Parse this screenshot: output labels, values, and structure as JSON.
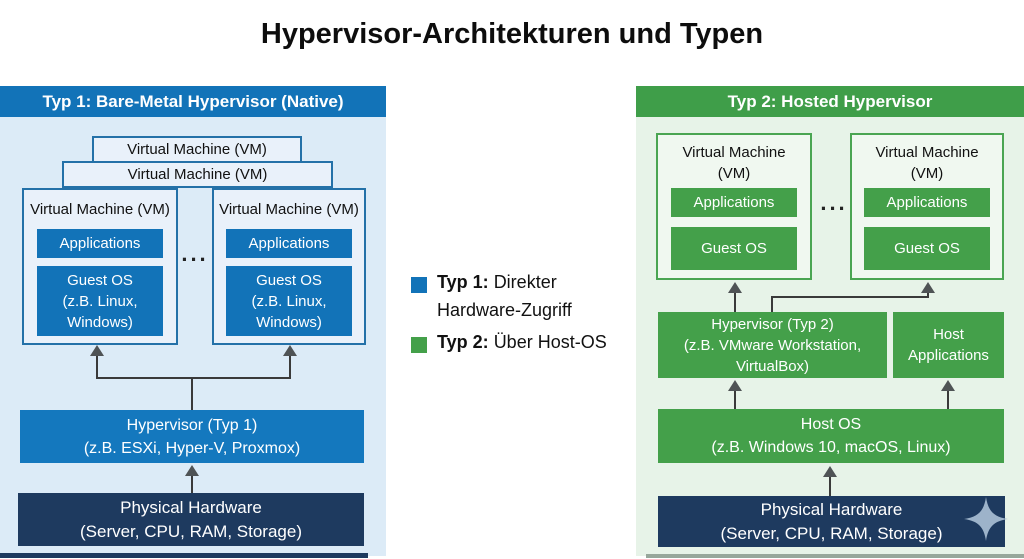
{
  "title": "Hypervisor-Architekturen und Typen",
  "colors": {
    "type1_accent": "#1273b8",
    "type1_hypervisor": "#1478be",
    "type2_accent": "#44a04a",
    "type2_header": "#3f9e49",
    "hardware_navy": "#1e3a5f",
    "panel_left_bg": "#dcebf7",
    "panel_right_bg": "#e7f3e8"
  },
  "legend": {
    "items": [
      {
        "swatch": "#1273b8",
        "bold": "Typ 1:",
        "line1_rest": "Direkter",
        "line2": "Hardware-Zugriff"
      },
      {
        "swatch": "#44a04a",
        "bold": "Typ 2:",
        "line1_rest": "Über Host-OS",
        "line2": ""
      }
    ]
  },
  "type1": {
    "header": "Typ 1: Bare-Metal Hypervisor (Native)",
    "stacked_vms": [
      "Virtual Machine (VM)",
      "Virtual Machine (VM)"
    ],
    "ellipsis": "...",
    "vms": [
      {
        "title": "Virtual Machine (VM)",
        "applications": "Applications",
        "guest_os_lines": [
          "Guest OS",
          "(z.B. Linux,",
          "Windows)"
        ]
      },
      {
        "title": "Virtual Machine (VM)",
        "applications": "Applications",
        "guest_os_lines": [
          "Guest OS",
          "(z.B. Linux,",
          "Windows)"
        ]
      }
    ],
    "hypervisor": {
      "line1": "Hypervisor (Typ 1)",
      "line2": "(z.B. ESXi, Hyper-V, Proxmox)"
    },
    "hardware": {
      "line1": "Physical Hardware",
      "line2": "(Server, CPU, RAM, Storage)"
    }
  },
  "type2": {
    "header": "Typ 2: Hosted Hypervisor",
    "ellipsis": "...",
    "vms": [
      {
        "title_line1": "Virtual Machine",
        "title_line2": "(VM)",
        "applications": "Applications",
        "guest_os": "Guest OS"
      },
      {
        "title_line1": "Virtual Machine",
        "title_line2": "(VM)",
        "applications": "Applications",
        "guest_os": "Guest OS"
      }
    ],
    "hypervisor": {
      "line1": "Hypervisor (Typ 2)",
      "line2": "(z.B. VMware Workstation,",
      "line3": "VirtualBox)"
    },
    "host_applications": {
      "line1": "Host",
      "line2": "Applications"
    },
    "host_os": {
      "line1": "Host OS",
      "line2": "(z.B. Windows 10, macOS, Linux)"
    },
    "hardware": {
      "line1": "Physical Hardware",
      "line2": "(Server, CPU, RAM, Storage)"
    }
  }
}
